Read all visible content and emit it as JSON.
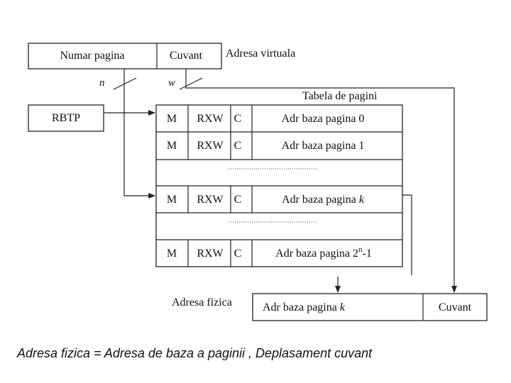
{
  "virtual_address": {
    "page_number_label": "Numar pagina",
    "word_label": "Cuvant",
    "caption": "Adresa virtuala",
    "n_label": "n",
    "w_label": "w"
  },
  "rbtp_label": "RBTP",
  "page_table": {
    "title": "Tabela de pagini",
    "rows": [
      {
        "m": "M",
        "rxw": "RXW",
        "c": "C",
        "addr": "Adr baza pagina 0"
      },
      {
        "m": "M",
        "rxw": "RXW",
        "c": "C",
        "addr": "Adr baza pagina 1"
      },
      {
        "m": "M",
        "rxw": "RXW",
        "c": "C",
        "addr": "Adr baza pagina ",
        "addr_var": "k"
      },
      {
        "m": "M",
        "rxw": "RXW",
        "c": "C",
        "addr": "Adr baza pagina 2",
        "addr_sup": "n",
        "addr_tail": "-1"
      }
    ]
  },
  "physical_address": {
    "caption": "Adresa fizica",
    "base_label": "Adr baza pagina ",
    "base_var": "k",
    "word_label": "Cuvant"
  },
  "caption": "Adresa fizica = Adresa de baza a paginii , Deplasament cuvant"
}
